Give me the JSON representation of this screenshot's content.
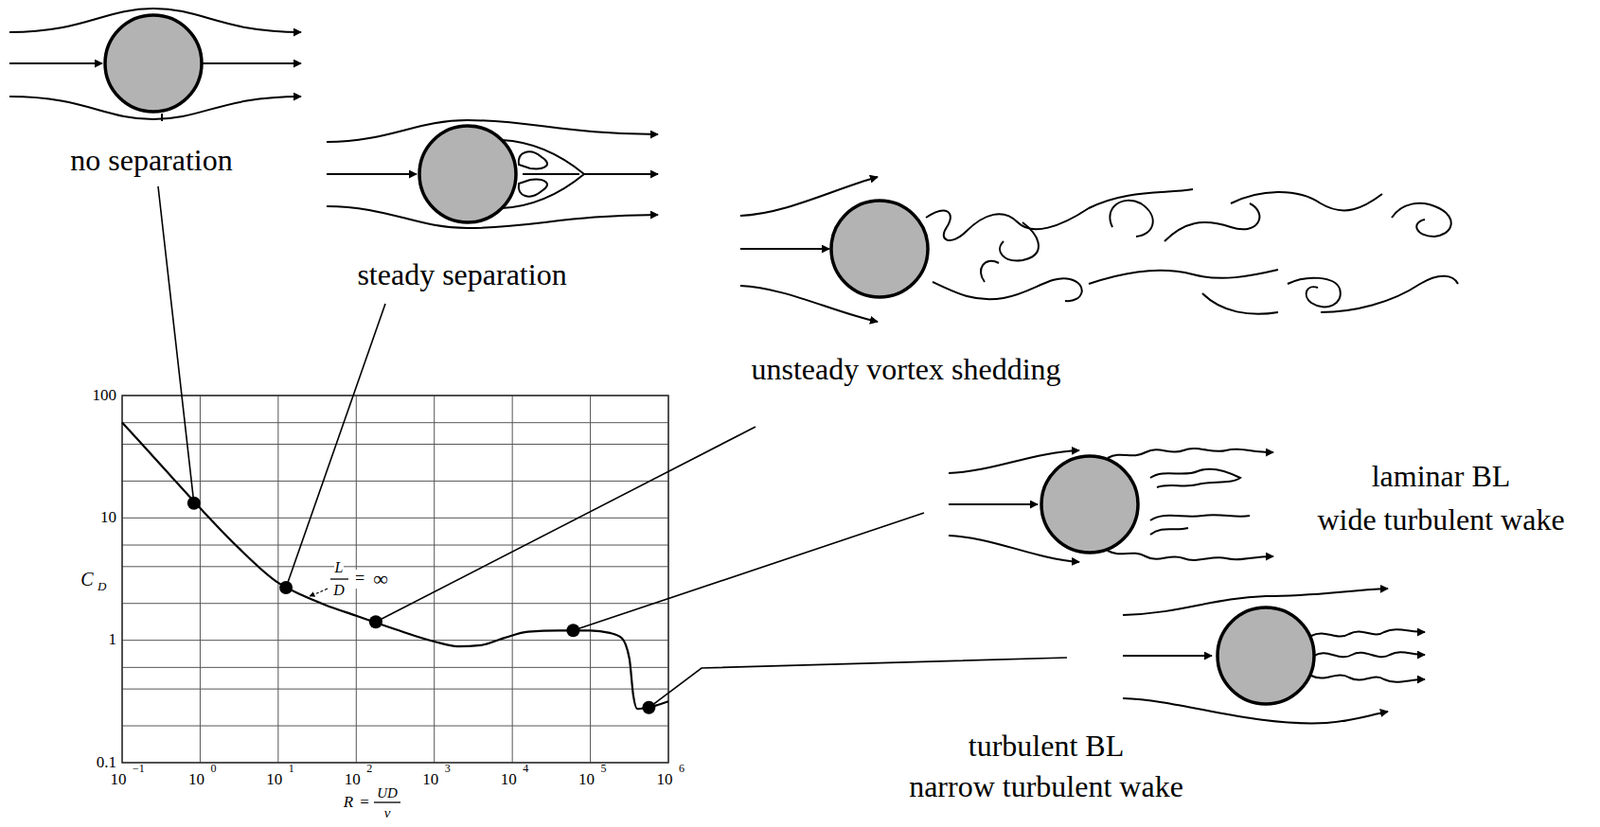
{
  "diagram": {
    "labels": [
      "no separation",
      "steady separation",
      "unsteady vortex shedding",
      "laminar BL",
      "wide turbulent wake",
      "turbulent BL",
      "narrow turbulent wake",
      "100",
      "10",
      "1",
      "0.1",
      "10",
      "10",
      "10",
      "10",
      "10",
      "10",
      "10",
      "10",
      "−1",
      "0",
      "1",
      "2",
      "3",
      "4",
      "5",
      "6",
      "C",
      "D",
      "L",
      "D",
      "=",
      "∞",
      "R",
      "=",
      "UD",
      "ν"
    ]
  }
}
